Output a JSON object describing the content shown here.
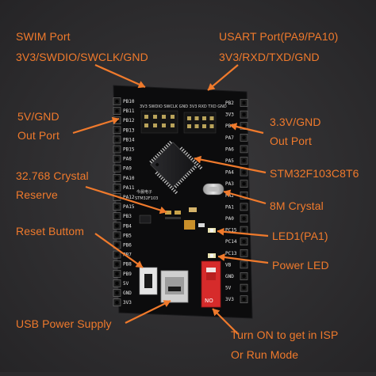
{
  "labels": {
    "swim_line1": "SWIM Port",
    "swim_line2": "3V3/SWDIO/SWCLK/GND",
    "usart_line1": "USART Port(PA9/PA10)",
    "usart_line2": "3V3/RXD/TXD/GND",
    "gnd5v_line1": "5V/GND",
    "gnd5v_line2": "Out Port",
    "gnd33_line1": "3.3V/GND",
    "gnd33_line2": "Out Port",
    "crystal32_line1": "32.768 Crystal",
    "crystal32_line2": "Reserve",
    "mcu": "STM32F103C8T6",
    "crystal8": "8M Crystal",
    "reset": "Reset Buttom",
    "led1": "LED1(PA1)",
    "power_led": "Power LED",
    "usb": "USB Power Supply",
    "isp_line1": "Turn ON to get in ISP",
    "isp_line2": "Or Run Mode"
  },
  "board": {
    "left_pins": [
      "PB10",
      "PB11",
      "PB12",
      "PB13",
      "PB14",
      "PB15",
      "PA8",
      "PA9",
      "PA10",
      "PA11",
      "PA12",
      "PA15",
      "PB3",
      "PB4",
      "PB5",
      "PB6",
      "PB7",
      "PB8",
      "PB9",
      "5V",
      "GND",
      "3V3"
    ],
    "right_pins": [
      "PB2",
      "3V3",
      "PB0",
      "PA7",
      "PA6",
      "PA5",
      "PA4",
      "PA3",
      "PA2",
      "PA1",
      "PA0",
      "PC15",
      "PC14",
      "PC13",
      "VB",
      "GND",
      "5V",
      "3V3"
    ],
    "header_labels": "3V3 SWDIO SWCLK GND   3V3 RXD TXD GND",
    "switch_label": "NO"
  },
  "colors": {
    "label": "#f07a2c",
    "pcb": "#0d0d0e",
    "background": "#2b2a2c"
  }
}
